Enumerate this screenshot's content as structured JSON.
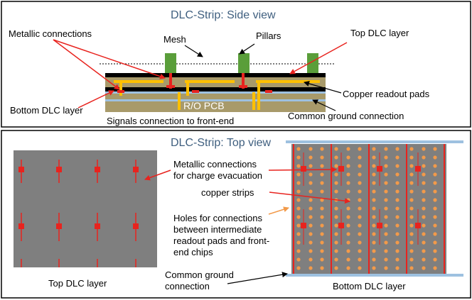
{
  "side": {
    "title": "DLC-Strip: Side view",
    "labels": {
      "metallic": "Metallic connections",
      "mesh": "Mesh",
      "pillars": "Pillars",
      "top_dlc": "Top DLC layer",
      "copper_pads": "Copper readout pads",
      "bottom_dlc": "Bottom DLC layer",
      "pcb": "R/O PCB",
      "ground": "Common ground connection",
      "signals": "Signals connection to front-end"
    }
  },
  "top": {
    "title": "DLC-Strip: Top view",
    "labels": {
      "metallic_1": "Metallic connections",
      "metallic_2": "for charge evacuation",
      "copper": "copper strips",
      "holes_1": "Holes for connections",
      "holes_2": "between intermediate",
      "holes_3": "readout pads and front-",
      "holes_4": "end chips",
      "ground_1": "Common ground",
      "ground_2": "connection",
      "left_caption": "Top DLC layer",
      "right_caption": "Bottom DLC layer"
    }
  },
  "colors": {
    "title": "#3f5f7f",
    "dlc": "#7f7f7f",
    "pcb": "#a89a6a",
    "copper": "#ffc000",
    "metal": "#e8231e",
    "pillar": "#5a9e3a",
    "holes": "#f29a4a",
    "ground": "#9ec1e0"
  }
}
